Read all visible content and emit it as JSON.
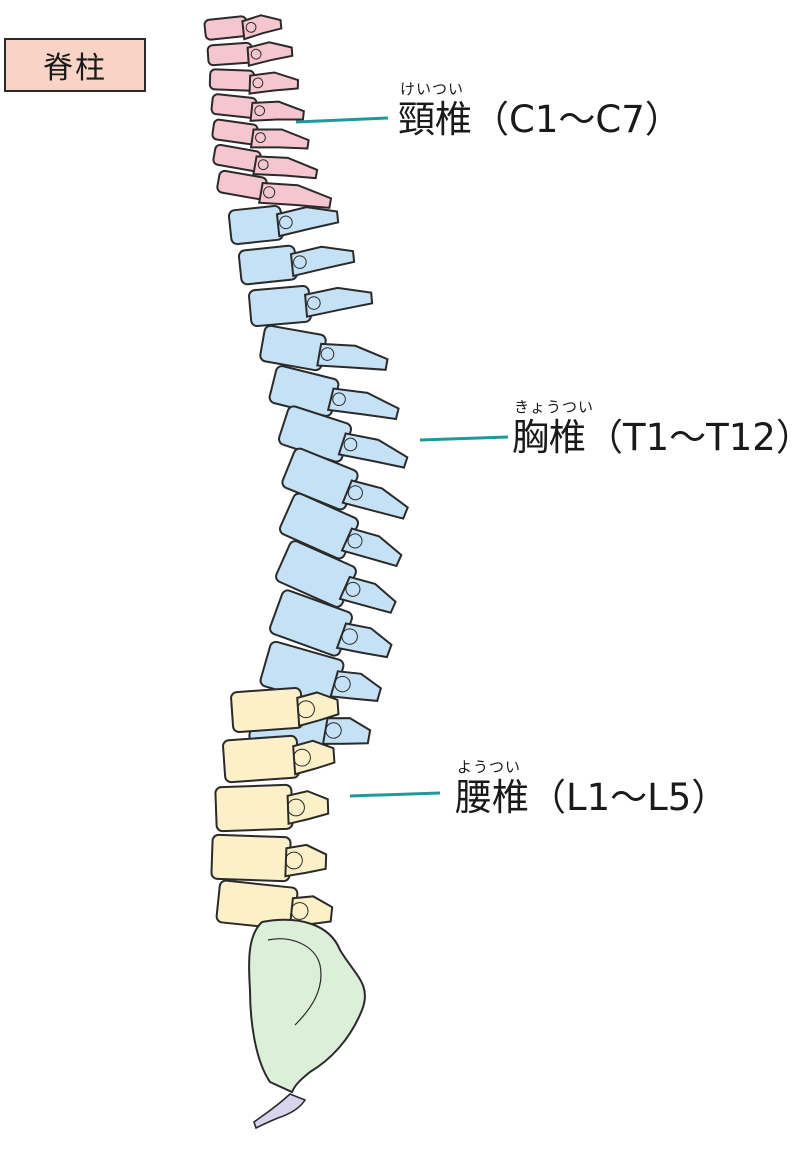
{
  "title": "脊柱",
  "colors": {
    "cervical": "#f5c6d0",
    "thoracic": "#c5e1f6",
    "lumbar": "#fbf0c8",
    "sacrum": "#dcefd8",
    "coccyx": "#d8d4ee",
    "leader": "#1f9a9a",
    "title_bg": "#f8d3c6",
    "outline": "#2a2a2a"
  },
  "labels": {
    "cervical": {
      "ruby": "けいつい",
      "text": "頸椎（C1〜C7）"
    },
    "thoracic": {
      "ruby": "きょうつい",
      "text": "胸椎（T1〜T12）"
    },
    "lumbar": {
      "ruby": "ようつい",
      "text": "腰椎（L1〜L5）"
    }
  }
}
